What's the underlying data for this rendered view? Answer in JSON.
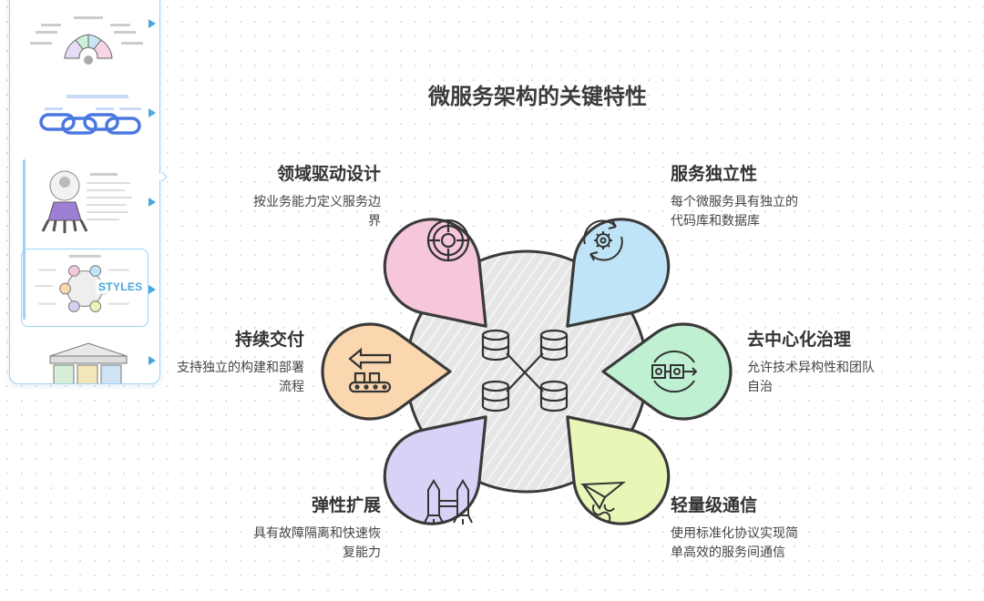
{
  "title": "微服务架构的关键特性",
  "styles_badge": "STYLES",
  "features": [
    {
      "title": "领域驱动设计",
      "desc": [
        "按业务能力定义服务边",
        "界"
      ],
      "icon": "target-icon",
      "color": "#f6c6dc"
    },
    {
      "title": "服务独立性",
      "desc": [
        "每个微服务具有独立的",
        "代码库和数据库"
      ],
      "icon": "gear-cycle-icon",
      "color": "#bfe4f7"
    },
    {
      "title": "持续交付",
      "desc": [
        "支持独立的构建和部署",
        "流程"
      ],
      "icon": "conveyor-icon",
      "color": "#fbd7b0"
    },
    {
      "title": "去中心化治理",
      "desc": [
        "允许技术异构性和团队",
        "自治"
      ],
      "icon": "decentral-icon",
      "color": "#bff0d2"
    },
    {
      "title": "弹性扩展",
      "desc": [
        "具有故障隔离和快速恢",
        "复能力"
      ],
      "icon": "rocket-icon",
      "color": "#d9d2f6"
    },
    {
      "title": "轻量级通信",
      "desc": [
        "使用标准化协议实现简",
        "单高效的服务间通信"
      ],
      "icon": "paper-plane-icon",
      "color": "#e8f7b8"
    }
  ],
  "center_icon": "database-network-icon"
}
